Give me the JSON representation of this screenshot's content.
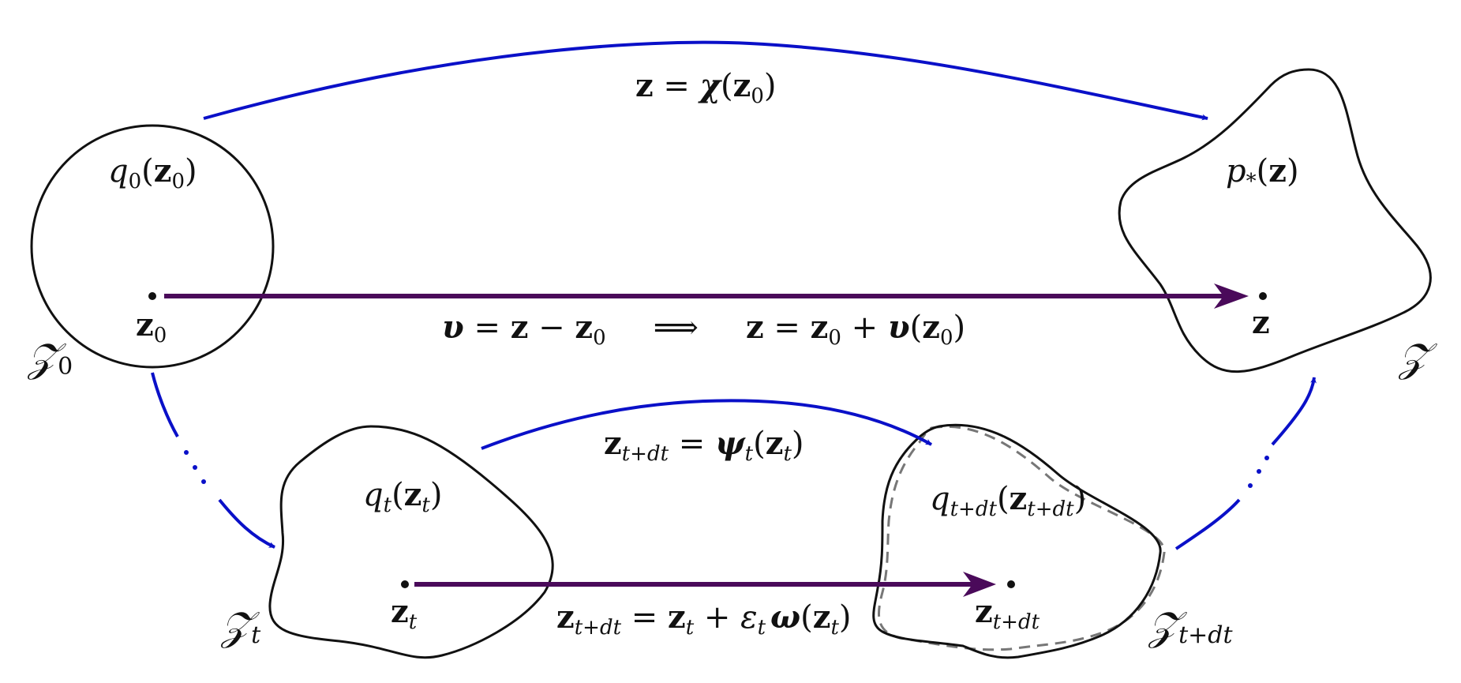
{
  "colors": {
    "blue_arrow": "#0a10c8",
    "purple_arrow": "#4a0a5a",
    "outline": "#111111",
    "dashed": "#777777",
    "text": "#111111"
  },
  "spaces": {
    "z0": {
      "name": "𝒵",
      "sub": "0",
      "density": "q",
      "density_sub": "0",
      "arg": "z",
      "arg_sub": "0",
      "point": "z",
      "point_sub": "0"
    },
    "z": {
      "name": "𝒵",
      "density": "p",
      "density_sub": "*",
      "arg": "z",
      "point": "z"
    },
    "zt": {
      "name": "𝒵",
      "sub": "t",
      "density": "q",
      "density_sub": "t",
      "arg": "z",
      "arg_sub": "t",
      "point": "z",
      "point_sub": "t"
    },
    "ztdt": {
      "name": "𝒵",
      "sub": "t+dt",
      "density": "q",
      "density_sub": "t+dt",
      "arg": "z",
      "arg_sub": "t+dt",
      "point": "z",
      "point_sub": "t+dt"
    }
  },
  "equations": {
    "chi_map": {
      "lhs": "z",
      "eq": " = ",
      "fn": "χ",
      "arg": "z",
      "arg_sub": "0"
    },
    "velocity": {
      "v": "υ",
      "eq": " = ",
      "a": "z",
      "minus": " − ",
      "b": "z",
      "b_sub": "0",
      "implies": "⟹",
      "c": "z",
      "eq2": " = ",
      "d": "z",
      "d_sub": "0",
      "plus": " + ",
      "e": "υ",
      "e_arg": "z",
      "e_arg_sub": "0"
    },
    "psi_map": {
      "lhs": "z",
      "lhs_sub": "t+dt",
      "eq": " = ",
      "fn": "ψ",
      "fn_sub": "t",
      "arg": "z",
      "arg_sub": "t"
    },
    "euler_step": {
      "lhs": "z",
      "lhs_sub": "t+dt",
      "eq": " = ",
      "a": "z",
      "a_sub": "t",
      "plus": " + ",
      "eps": "ε",
      "eps_sub": "t",
      "omega": "ω",
      "arg": "z",
      "arg_sub": "t"
    }
  },
  "icons": {
    "dots_left": "ellipsis-dots-icon",
    "dots_right": "ellipsis-dots-icon",
    "arrowhead": "arrowhead-icon"
  }
}
